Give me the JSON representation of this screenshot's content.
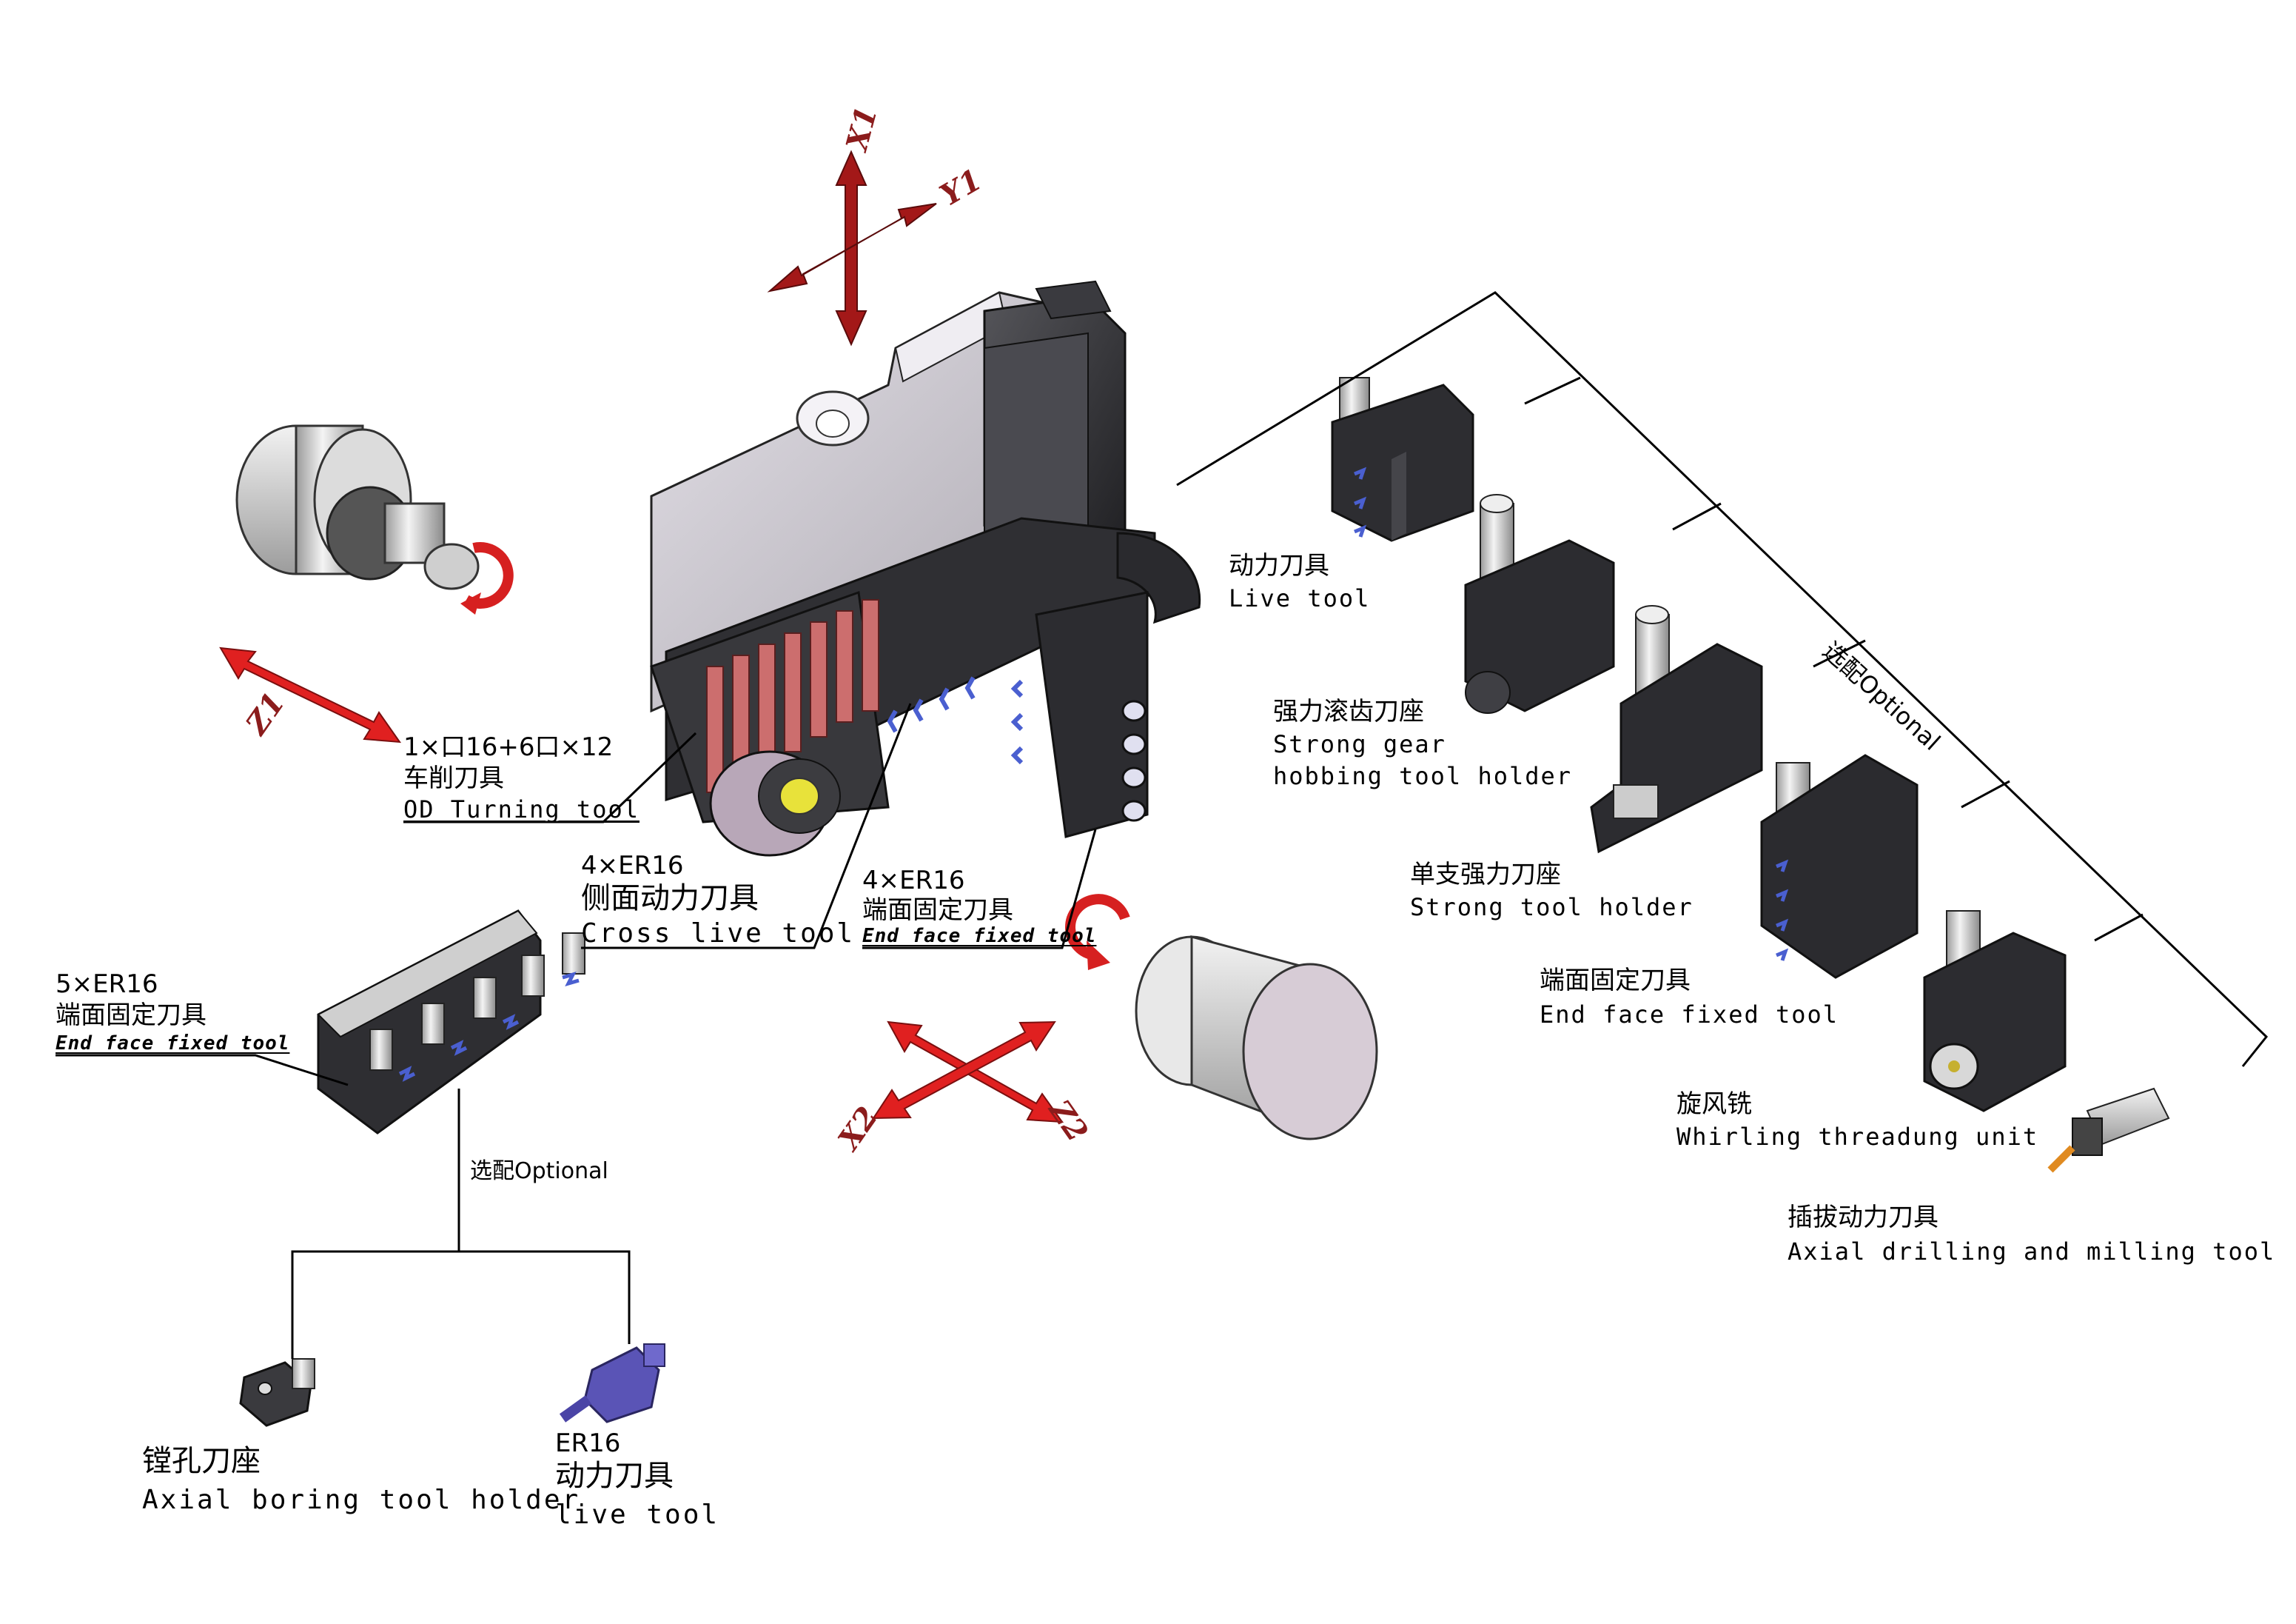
{
  "axes": {
    "x1": "X1",
    "y1": "Y1",
    "z1": "Z1",
    "x2": "X2",
    "z2": "Z2"
  },
  "od_turning": {
    "spec": "1×口16+6口×12",
    "cn": "车削刀具",
    "en": "OD Turning tool"
  },
  "cross_live": {
    "spec": "4×ER16",
    "cn": "侧面动力刀具",
    "en": "Cross live tool"
  },
  "end_fixed_4": {
    "spec": "4×ER16",
    "cn": "端面固定刀具",
    "en": "End face fixed tool"
  },
  "end_fixed_5": {
    "spec": "5×ER16",
    "cn": "端面固定刀具",
    "en": "End face fixed tool"
  },
  "optional_left": "选配Optional",
  "optional_right": "选配Optional",
  "boring": {
    "cn": "镗孔刀座",
    "en": "Axial boring tool holder"
  },
  "er16_live": {
    "spec": "ER16",
    "cn": "动力刀具",
    "en": "live tool"
  },
  "live_tool": {
    "cn": "动力刀具",
    "en": "Live tool"
  },
  "gear_hobbing": {
    "cn": "强力滚齿刀座",
    "en1": "Strong gear",
    "en2": "hobbing tool holder"
  },
  "strong_holder": {
    "cn": "单支强力刀座",
    "en": "Strong tool holder"
  },
  "end_fixed_right": {
    "cn": "端面固定刀具",
    "en": "End face fixed tool"
  },
  "whirling": {
    "cn": "旋风铣",
    "en": "Whirling threadung unit"
  },
  "axial_drill": {
    "cn": "插拔动力刀具",
    "en": "Axial drilling and milling tool"
  },
  "colors": {
    "arrow_red": "#b01c1c",
    "arrow_bright": "#e02020",
    "machine_dark": "#3a3a3e",
    "machine_light": "#c9c6cc",
    "accent_blue": "#4a5fd0"
  }
}
